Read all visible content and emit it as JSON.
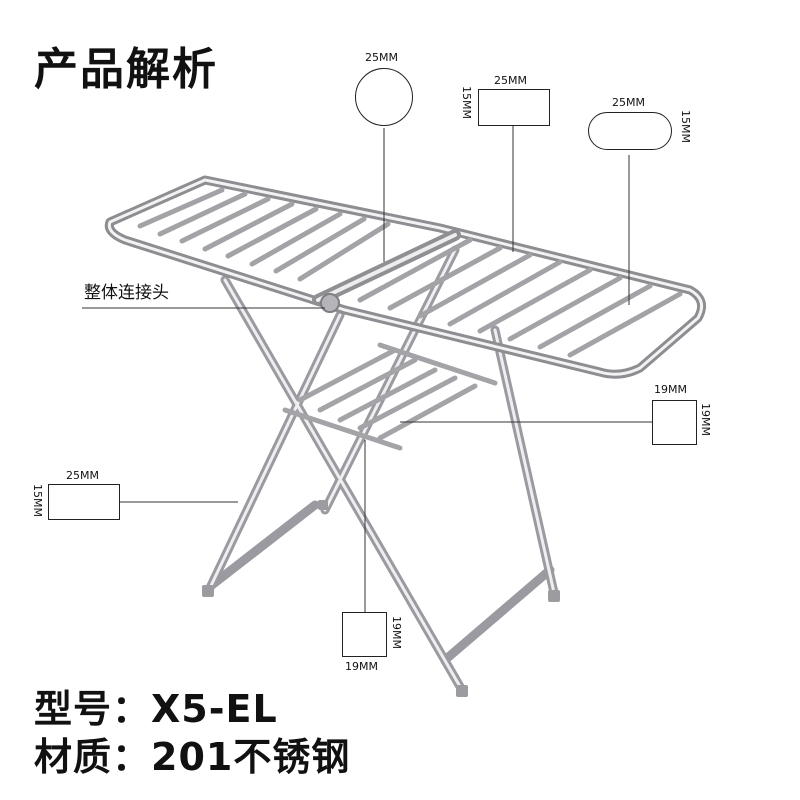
{
  "header": {
    "title": "产品解析"
  },
  "specs": {
    "model": "型号：X5-EL",
    "material": "材质：201不锈钢"
  },
  "callouts": {
    "joint_label": "整体连接头"
  },
  "dimensions": {
    "round_tube": {
      "diameter": "25MM"
    },
    "top_rect_tube": {
      "width": "25MM",
      "height": "15MM"
    },
    "oval_tube": {
      "width": "25MM",
      "height": "15MM"
    },
    "square_tube_right": {
      "width": "19MM",
      "height": "19MM"
    },
    "leg_rect_tube": {
      "width": "25MM",
      "height": "15MM"
    },
    "square_tube_bottom": {
      "width": "19MM",
      "height": "19MM"
    }
  },
  "colors": {
    "steel_light": "#e9e9ea",
    "steel_mid": "#b9b9bc",
    "steel_dark": "#7d7d82",
    "line": "#333333"
  }
}
